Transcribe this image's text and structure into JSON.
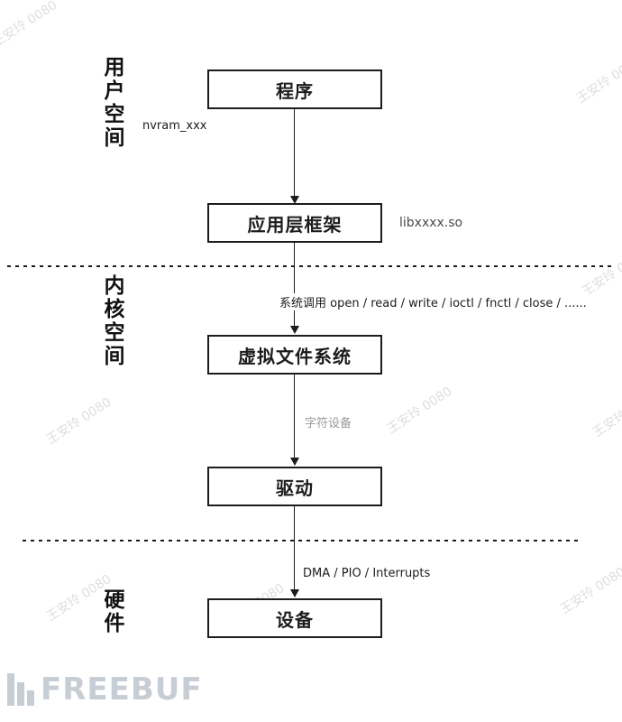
{
  "layers": {
    "user_space": "用户空间",
    "kernel_space": "内核空间",
    "hardware": "硬件"
  },
  "nodes": {
    "program": "程序",
    "app_framework": "应用层框架",
    "vfs": "虚拟文件系统",
    "driver": "驱动",
    "device": "设备"
  },
  "annotations": {
    "nvram": "nvram_xxx",
    "lib": "libxxxx.so",
    "syscall": "系统调用 open / read / write / ioctl / fnctl / close / ......",
    "chardev": "字符设备",
    "dma": "DMA / PIO / Interrupts"
  },
  "watermark": "王安玲 0080",
  "logo": "FREEBUF",
  "colors": {
    "line": "#1c1c1c",
    "muted_label": "#999999",
    "watermark": "#dedede",
    "logo": "#c6cdd4"
  }
}
